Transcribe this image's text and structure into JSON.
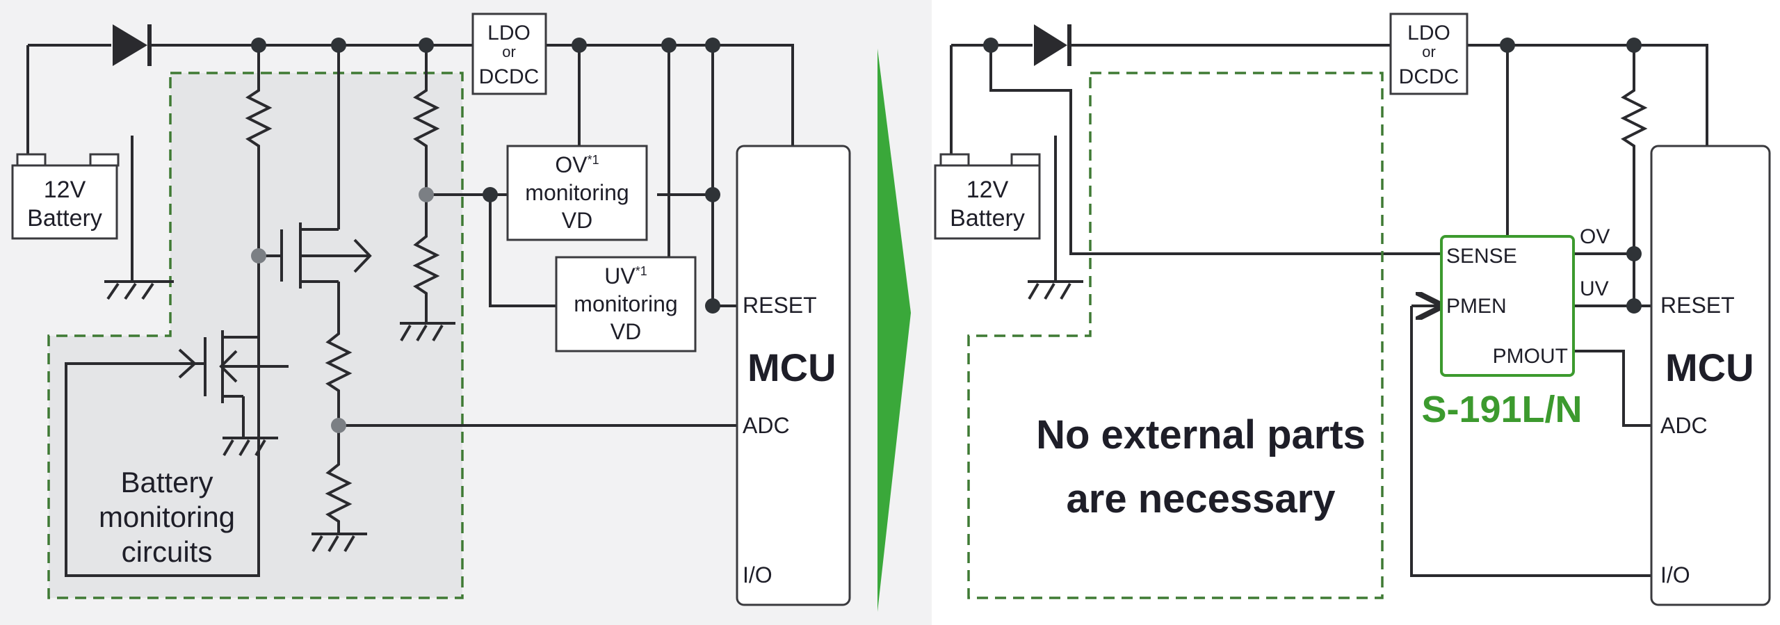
{
  "left_panel": {
    "battery": {
      "line1": "12V",
      "line2": "Battery"
    },
    "regulator": {
      "line1": "LDO",
      "line2": "or",
      "line3": "DCDC"
    },
    "ov_detector": {
      "line1": "OV",
      "sup": "*1",
      "line2": "monitoring",
      "line3": "VD"
    },
    "uv_detector": {
      "line1": "UV",
      "sup": "*1",
      "line2": "monitoring",
      "line3": "VD"
    },
    "mcu": {
      "title": "MCU",
      "pin_reset": "RESET",
      "pin_adc": "ADC",
      "pin_io": "I/O"
    },
    "circuit_group": {
      "line1": "Battery",
      "line2": "monitoring",
      "line3": "circuits"
    }
  },
  "arrow": {
    "color": "#3aa83a"
  },
  "right_panel": {
    "battery": {
      "line1": "12V",
      "line2": "Battery"
    },
    "regulator": {
      "line1": "LDO",
      "line2": "or",
      "line3": "DCDC"
    },
    "ic": {
      "name": "S-191L/N",
      "pin_sense": "SENSE",
      "pin_pmen": "PMEN",
      "pin_pmout": "PMOUT",
      "out_ov": "OV",
      "out_uv": "UV",
      "color": "#3c9a2e"
    },
    "mcu": {
      "title": "MCU",
      "pin_reset": "RESET",
      "pin_adc": "ADC",
      "pin_io": "I/O"
    },
    "empty_area": {
      "line1": "No external parts",
      "line2": "are necessary"
    }
  },
  "colors": {
    "wire": "#2a2a2e",
    "dashed_border": "#3f7a34",
    "shaded_area": "#e4e5e7",
    "panel_bg": "#f2f2f3"
  }
}
